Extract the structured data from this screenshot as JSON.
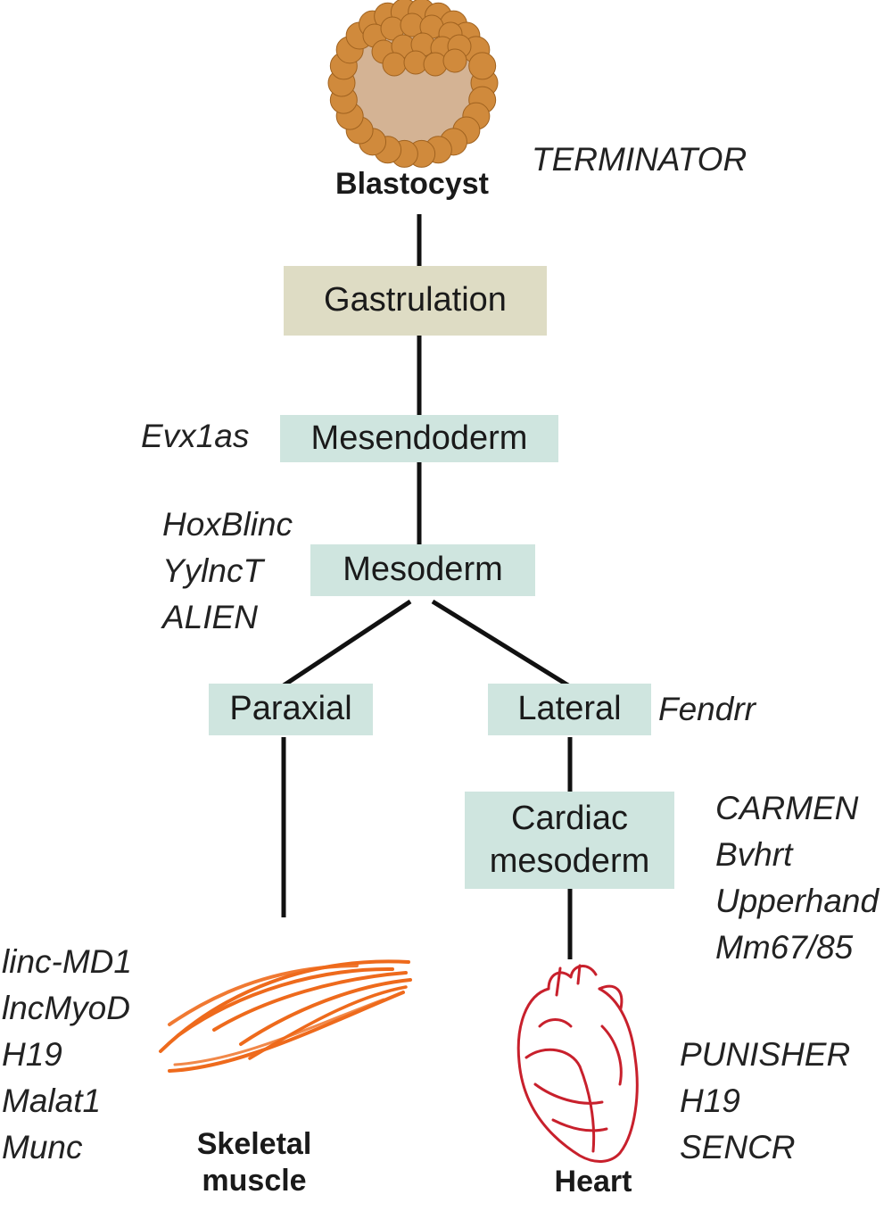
{
  "stages": {
    "blastocyst": "Blastocyst",
    "gastrulation": "Gastrulation",
    "mesendoderm": "Mesendoderm",
    "mesoderm": "Mesoderm",
    "paraxial": "Paraxial",
    "lateral": "Lateral",
    "cardiac_line1": "Cardiac",
    "cardiac_line2": "mesoderm",
    "skeletal_line1": "Skeletal",
    "skeletal_line2": "muscle",
    "heart": "Heart"
  },
  "genes": {
    "blastocyst": [
      "TERMINATOR"
    ],
    "mesendoderm": [
      "Evx1as"
    ],
    "mesoderm": [
      "HoxBlinc",
      "YylncT",
      "ALIEN"
    ],
    "lateral": [
      "Fendrr"
    ],
    "cardiac_mesoderm": [
      "CARMEN",
      "Bvhrt",
      "Upperhand",
      "Mm67/85"
    ],
    "skeletal_muscle": [
      "linc-MD1",
      "lncMyoD",
      "H19",
      "Malat1",
      "Munc"
    ],
    "heart": [
      "PUNISHER",
      "H19",
      "SENCR"
    ]
  },
  "colors": {
    "gastrulation_box": "#dedcc4",
    "lineage_box": "#cfe5df",
    "blastocyst_cell": "#d08a3c",
    "blastocyst_cell_outline": "#a0621f",
    "blastocyst_interior": "#d4b394",
    "muscle": "#ee6a1c",
    "heart": "#c8202c",
    "connector": "#111111"
  },
  "icons": {
    "blastocyst": "blastocyst-icon",
    "skeletal_muscle": "muscle-fibers-icon",
    "heart": "heart-icon"
  }
}
